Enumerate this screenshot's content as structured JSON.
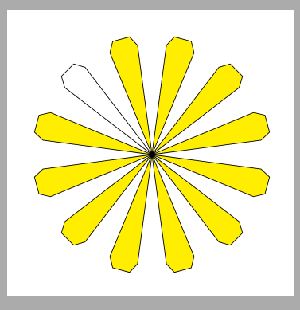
{
  "puzzle": {
    "petal_count": 12,
    "petals": [
      {
        "id": 1,
        "filled": true
      },
      {
        "id": 2,
        "filled": true
      },
      {
        "id": 3,
        "filled": true
      },
      {
        "id": 4,
        "filled": true
      },
      {
        "id": 5,
        "filled": true
      },
      {
        "id": 6,
        "filled": true
      },
      {
        "id": 7,
        "filled": true
      },
      {
        "id": 8,
        "filled": true
      },
      {
        "id": 9,
        "filled": true
      },
      {
        "id": 10,
        "filled": true
      },
      {
        "id": 11,
        "filled": false
      },
      {
        "id": 12,
        "filled": true
      }
    ],
    "colors": {
      "filled": "#ffee00",
      "empty": "#ffffff",
      "outline": "#000000",
      "frame": "#ababab",
      "canvas": "#ffffff"
    }
  }
}
